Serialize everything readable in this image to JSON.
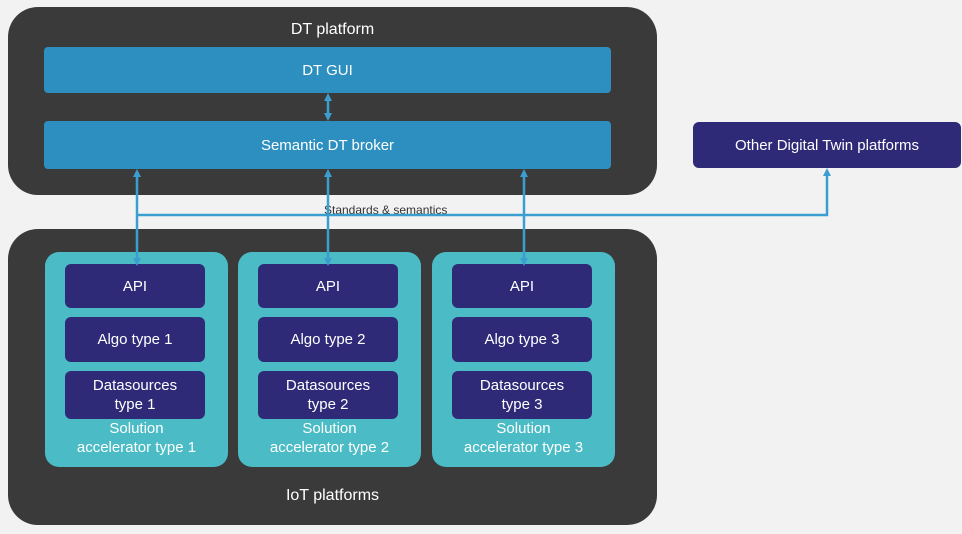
{
  "dt_platform": {
    "title": "DT platform",
    "gui": "DT GUI",
    "broker": "Semantic DT broker"
  },
  "other_platforms": "Other Digital Twin platforms",
  "standards_label": "Standards & semantics",
  "iot_platforms": {
    "title": "IoT platforms",
    "accelerators": [
      {
        "api": "API",
        "algo": "Algo type 1",
        "ds_line1": "Datasources",
        "ds_line2": "type 1",
        "label_line1": "Solution",
        "label_line2": "accelerator type 1"
      },
      {
        "api": "API",
        "algo": "Algo type 2",
        "ds_line1": "Datasources",
        "ds_line2": "type 2",
        "label_line1": "Solution",
        "label_line2": "accelerator type 2"
      },
      {
        "api": "API",
        "algo": "Algo type 3",
        "ds_line1": "Datasources",
        "ds_line2": "type 3",
        "label_line1": "Solution",
        "label_line2": "accelerator type 3"
      }
    ]
  },
  "colors": {
    "panel": "#3a3a3a",
    "bar": "#2d8fc0",
    "accelerator": "#4bbcc6",
    "inner_box": "#2f2a78",
    "connector": "#3a9fd0"
  }
}
